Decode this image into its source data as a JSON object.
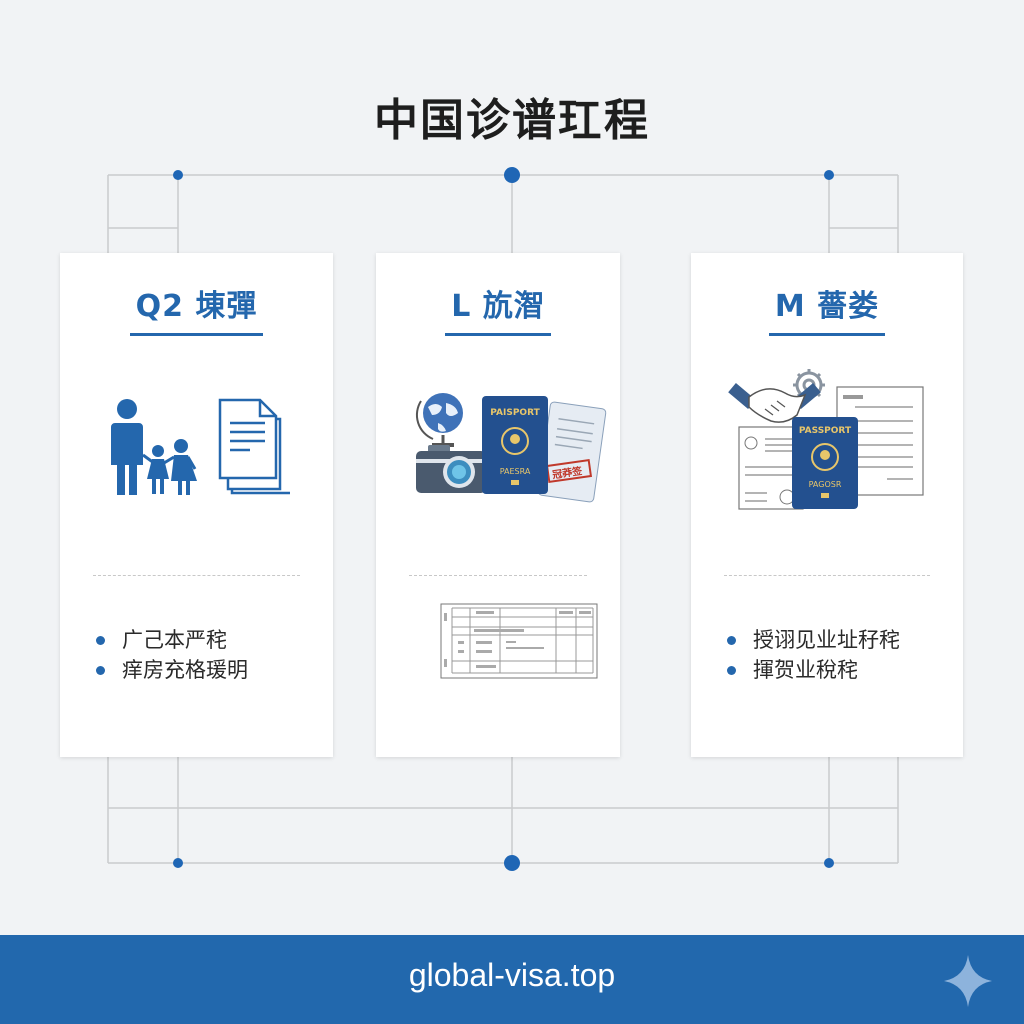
{
  "header": {
    "title": "中国诊谱玒程"
  },
  "colors": {
    "accent": "#2467ad",
    "footer": "#2268ad",
    "background": "#f1f3f5",
    "connector_line": "#c9cbcd",
    "passport_blue": "#23508f"
  },
  "cards": [
    {
      "title": "Q2 埬彈",
      "illustration": [
        "family-icon",
        "documents-icon"
      ],
      "bullets": [
        "广己本严秺",
        "痒房充格瑗明"
      ]
    },
    {
      "title": "L 斻潪",
      "illustration": [
        "globe-icon",
        "camera-icon",
        "passport-icon",
        "visa-document-icon"
      ],
      "passport_label_top": "PAISPORT",
      "passport_label_bottom": "PAESRA",
      "stamp_text": "冠莽签",
      "content": "itinerary-table"
    },
    {
      "title": "M 薔娄",
      "illustration": [
        "handshake-icon",
        "gear-icon",
        "passport-icon",
        "certificate-icon",
        "letter-document-icon"
      ],
      "passport_label_top": "PASSPORT",
      "passport_label_bottom": "PAGOSR",
      "bullets": [
        "授诩见业址秄秺",
        "揮贺业稅秺"
      ]
    }
  ],
  "footer": {
    "site": "global-visa.top",
    "icon": "sparkle-icon"
  }
}
